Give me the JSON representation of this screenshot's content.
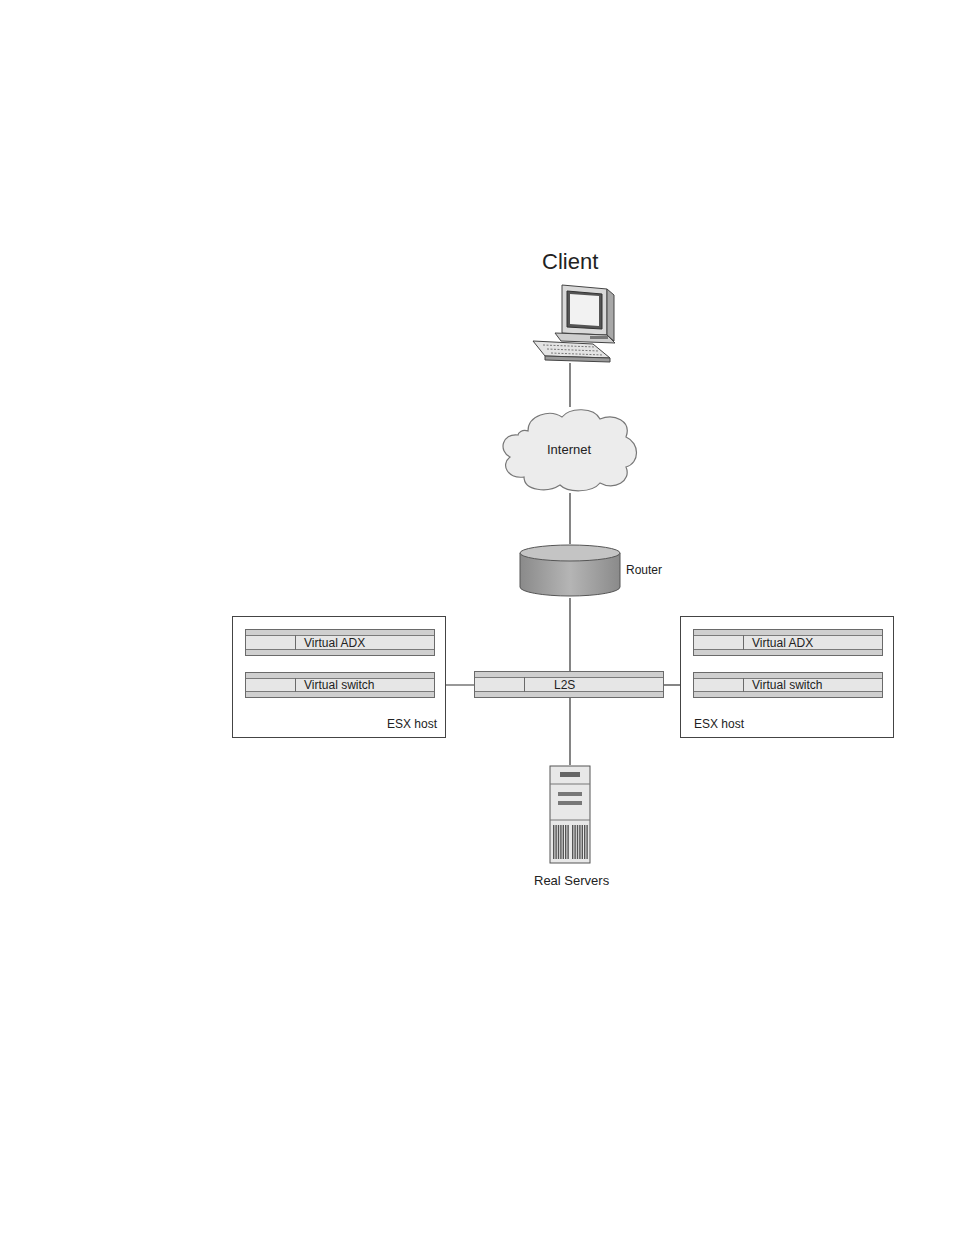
{
  "diagram": {
    "nodes": [
      {
        "text": [
          "Client"
        ]
      },
      {
        "text": [
          "Internet"
        ]
      },
      {
        "text": [
          "Router"
        ]
      },
      {
        "text": [
          "ESX host"
        ]
      },
      {
        "text": [
          "Virtual ADX"
        ],
        "in": 3
      },
      {
        "text": [
          "Virtual switch"
        ],
        "in": 3
      },
      {
        "text": [
          "L2S"
        ]
      },
      {
        "text": [
          "ESX host"
        ]
      },
      {
        "text": [
          "Virtual ADX"
        ],
        "in": 7
      },
      {
        "text": [
          "Virtual switch"
        ],
        "in": 7
      },
      {
        "text": [
          "Real Servers"
        ]
      }
    ],
    "edges": [
      {
        "from": 0,
        "to": 1,
        "arrow": "none"
      },
      {
        "from": 1,
        "to": 2,
        "arrow": "none"
      },
      {
        "from": 2,
        "to": 6,
        "arrow": "none"
      },
      {
        "from": 4,
        "to": 5,
        "arrow": "none"
      },
      {
        "from": 5,
        "to": 6,
        "arrow": "none"
      },
      {
        "from": 6,
        "to": 9,
        "arrow": "none"
      },
      {
        "from": 8,
        "to": 9,
        "arrow": "none"
      },
      {
        "from": 6,
        "to": 10,
        "arrow": "none"
      }
    ]
  }
}
